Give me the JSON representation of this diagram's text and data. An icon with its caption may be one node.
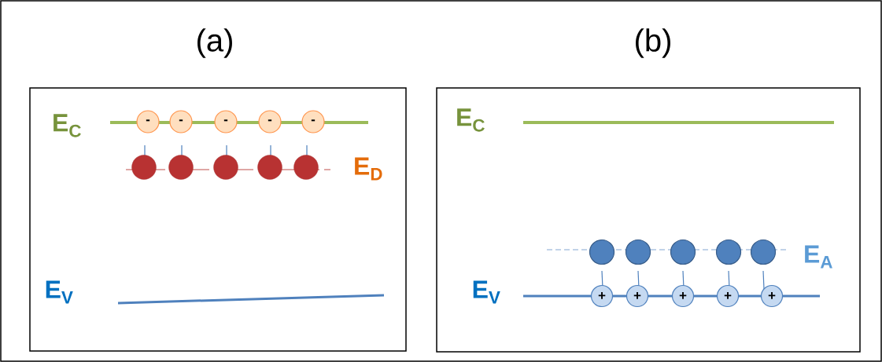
{
  "diagram": {
    "nodes": [
      {
        "text": [
          "(a)"
        ]
      },
      {
        "text": [
          "-"
        ],
        "in": 0
      },
      {
        "text": [
          "-"
        ],
        "in": 0
      },
      {
        "text": [
          "-"
        ],
        "in": 0
      },
      {
        "text": [
          "-"
        ],
        "in": 0
      },
      {
        "text": [
          "-"
        ],
        "in": 0
      },
      {
        "text": [],
        "shape": "circle",
        "in": 0
      },
      {
        "text": [],
        "shape": "circle",
        "in": 0
      },
      {
        "text": [],
        "shape": "circle",
        "in": 0
      },
      {
        "text": [],
        "shape": "circle",
        "in": 0
      },
      {
        "text": [],
        "shape": "circle",
        "in": 0
      },
      {
        "text": [
          "(b)"
        ]
      },
      {
        "text": [],
        "shape": "circle",
        "in": 11
      },
      {
        "text": [],
        "shape": "circle",
        "in": 11
      },
      {
        "text": [],
        "shape": "circle",
        "in": 11
      },
      {
        "text": [],
        "shape": "circle",
        "in": 11
      },
      {
        "text": [],
        "shape": "circle",
        "in": 11
      },
      {
        "text": [
          "+"
        ],
        "in": 11
      },
      {
        "text": [
          "+"
        ],
        "in": 11
      },
      {
        "text": [
          "+"
        ],
        "in": 11
      },
      {
        "text": [
          "+"
        ],
        "in": 11
      },
      {
        "text": [
          "+"
        ],
        "in": 11
      }
    ],
    "labels": [
      "E$_{C}$",
      "E$_{D}$",
      "E$_{V}$",
      "E$_{C}$",
      "E$_{A}$",
      "E$_{V}$"
    ]
  }
}
